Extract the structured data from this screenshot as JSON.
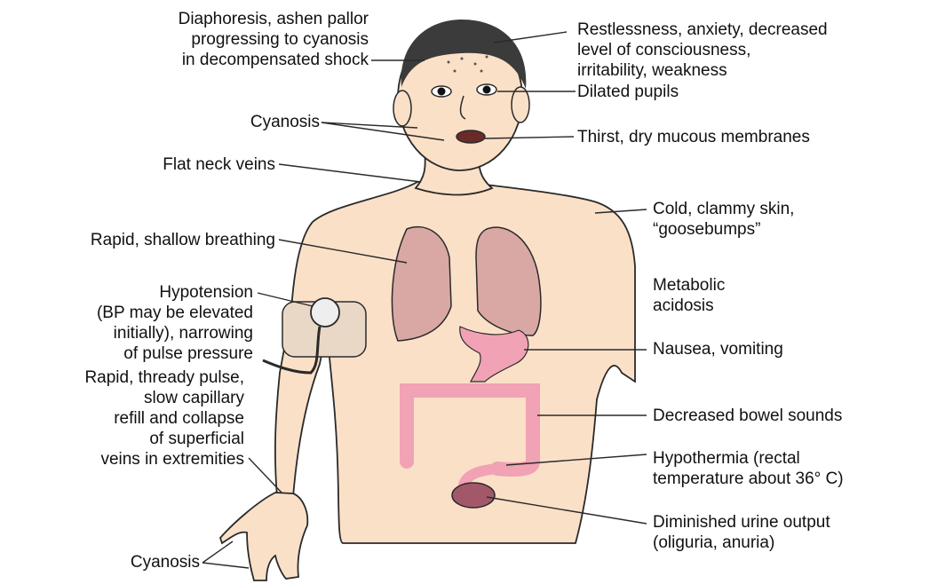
{
  "labels": {
    "left": {
      "diaphoresis": [
        "Diaphoresis, ashen pallor",
        "progressing to cyanosis",
        "in decompensated shock"
      ],
      "cyanosis_face": "Cyanosis",
      "flat_neck_veins": "Flat neck veins",
      "rapid_breathing": "Rapid, shallow breathing",
      "hypotension": [
        "Hypotension",
        "(BP may be elevated",
        "initially), narrowing",
        "of pulse pressure"
      ],
      "thready_pulse": [
        "Rapid, thready pulse,",
        "slow capillary",
        "refill and collapse",
        "of superficial",
        "veins in extremities"
      ],
      "cyanosis_hand": "Cyanosis"
    },
    "right": {
      "restlessness": [
        "Restlessness, anxiety, decreased",
        "level of consciousness,",
        "irritability, weakness"
      ],
      "dilated_pupils": "Dilated pupils",
      "thirst": "Thirst, dry mucous membranes",
      "cold_skin": [
        "Cold, clammy skin,",
        "“goosebumps”"
      ],
      "metabolic_acidosis": [
        "Metabolic",
        "acidosis"
      ],
      "nausea": "Nausea, vomiting",
      "bowel_sounds": "Decreased bowel sounds",
      "hypothermia": [
        "Hypothermia (rectal",
        "temperature about 36° C)"
      ],
      "urine_output": [
        "Diminished urine output",
        "(oliguria, anuria)"
      ]
    }
  },
  "colors": {
    "skin": "#fbe0c8",
    "lung": "#d9a8a4",
    "organ": "#f1a2b4",
    "bladder": "#a3586a",
    "outline": "#2a2a2a"
  }
}
